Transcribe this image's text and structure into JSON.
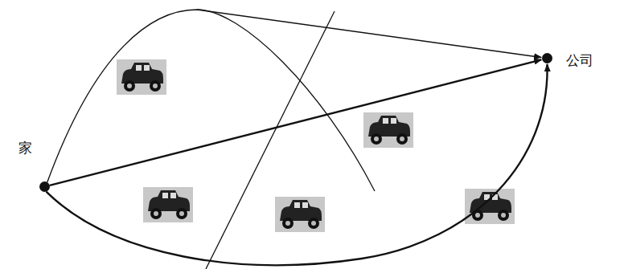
{
  "diagram": {
    "nodes": [
      {
        "text": [
          "家"
        ]
      },
      {
        "text": [
          "公司"
        ]
      }
    ],
    "edges": [
      {
        "from": 0,
        "to": 1,
        "arrow": "to"
      },
      {
        "from": 0,
        "to": 1,
        "arrow": "to"
      },
      {
        "from": 0,
        "to": 1,
        "arrow": "to"
      }
    ]
  }
}
